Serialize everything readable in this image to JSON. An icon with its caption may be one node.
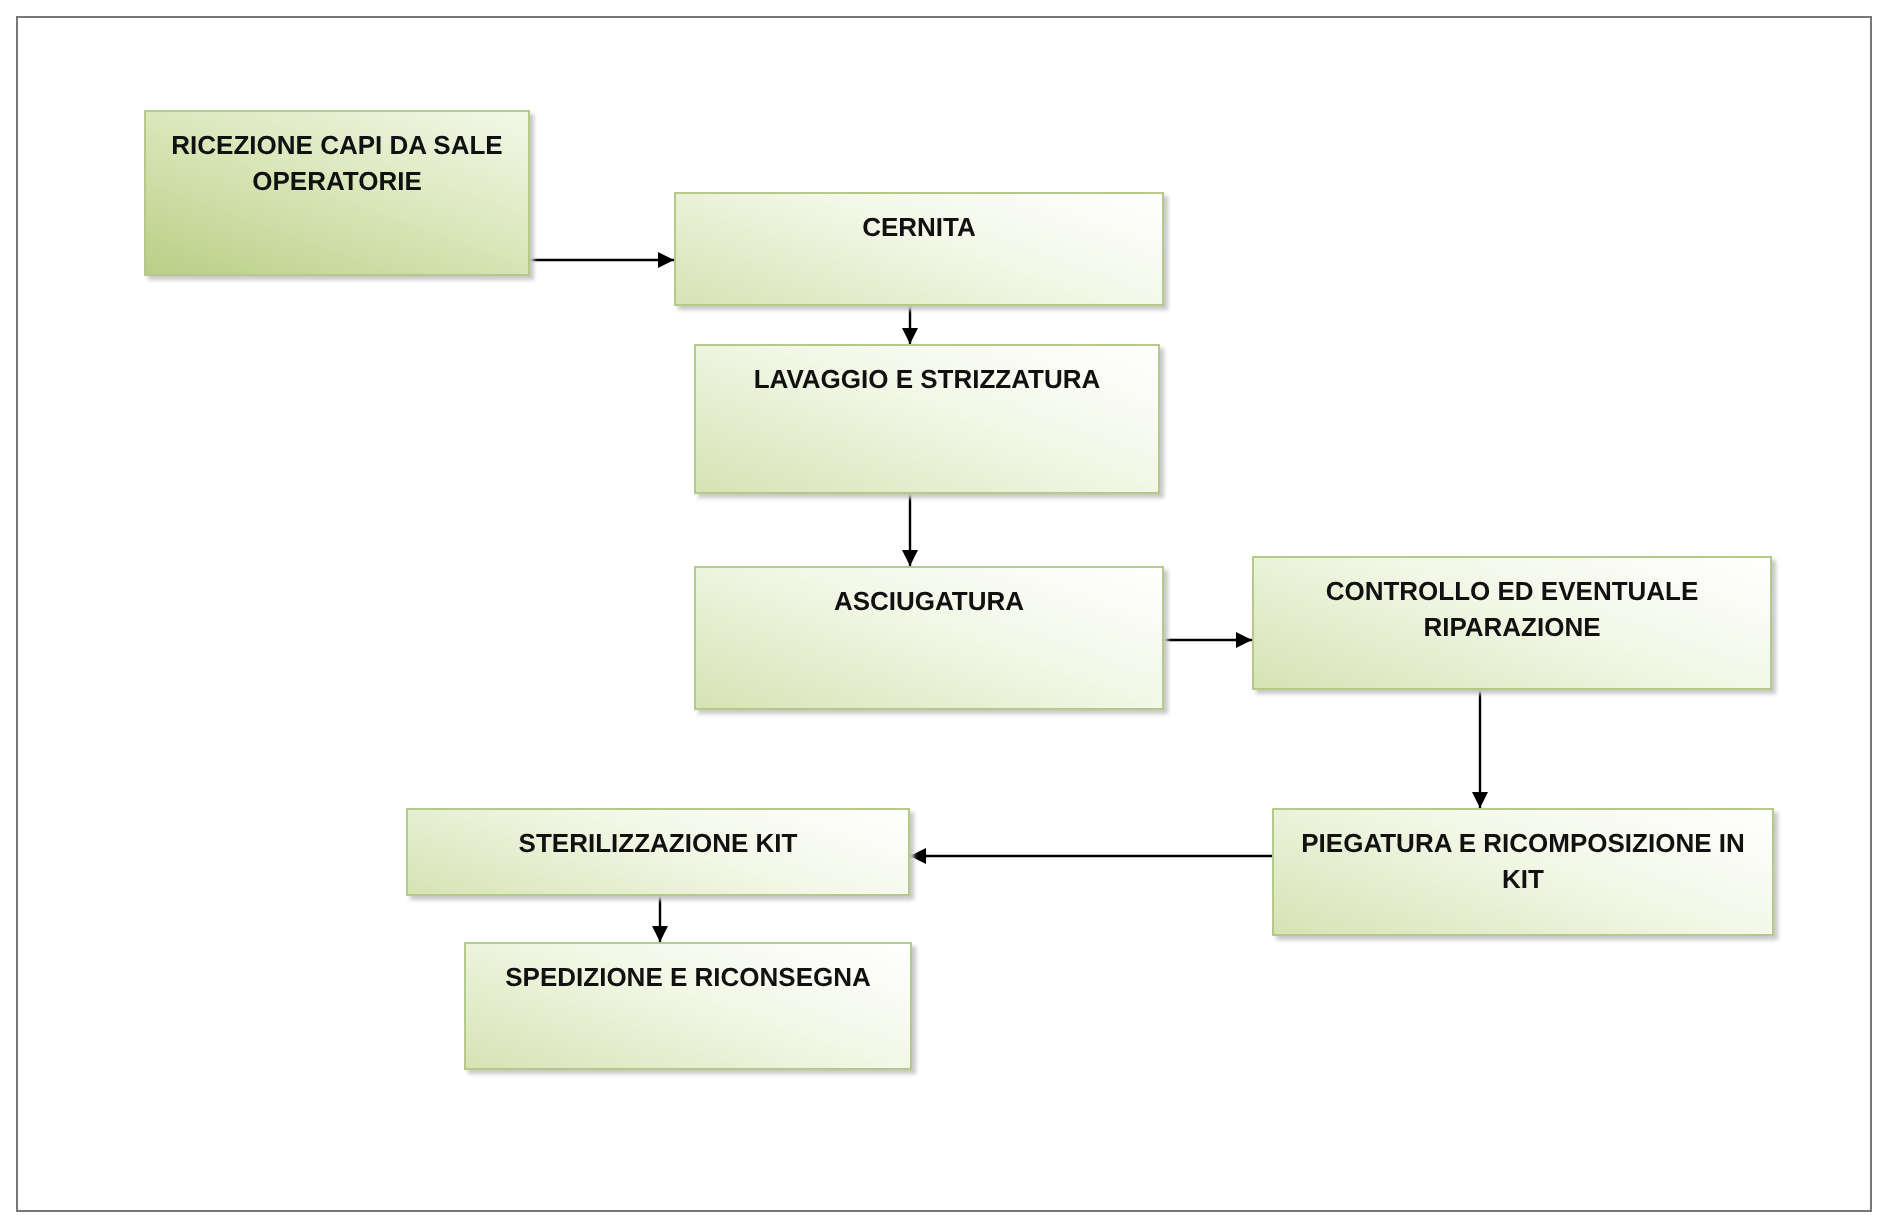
{
  "diagram": {
    "nodes": [
      {
        "text": [
          "RICEZIONE CAPI DA SALE OPERATORIE"
        ]
      },
      {
        "text": [
          "CERNITA"
        ]
      },
      {
        "text": [
          "LAVAGGIO E STRIZZATURA"
        ]
      },
      {
        "text": [
          "ASCIUGATURA"
        ]
      },
      {
        "text": [
          "CONTROLLO ED EVENTUALE RIPARAZIONE"
        ]
      },
      {
        "text": [
          "PIEGATURA E RICOMPOSIZIONE IN KIT"
        ]
      },
      {
        "text": [
          "STERILIZZAZIONE KIT"
        ]
      },
      {
        "text": [
          "SPEDIZIONE E RICONSEGNA"
        ]
      }
    ],
    "edges": [
      {
        "from": 0,
        "to": 1,
        "arrow": "to"
      },
      {
        "from": 1,
        "to": 2,
        "arrow": "to"
      },
      {
        "from": 2,
        "to": 3,
        "arrow": "to"
      },
      {
        "from": 3,
        "to": 4,
        "arrow": "to"
      },
      {
        "from": 4,
        "to": 5,
        "arrow": "to"
      },
      {
        "from": 5,
        "to": 6,
        "arrow": "to"
      },
      {
        "from": 6,
        "to": 7,
        "arrow": "to"
      }
    ]
  }
}
